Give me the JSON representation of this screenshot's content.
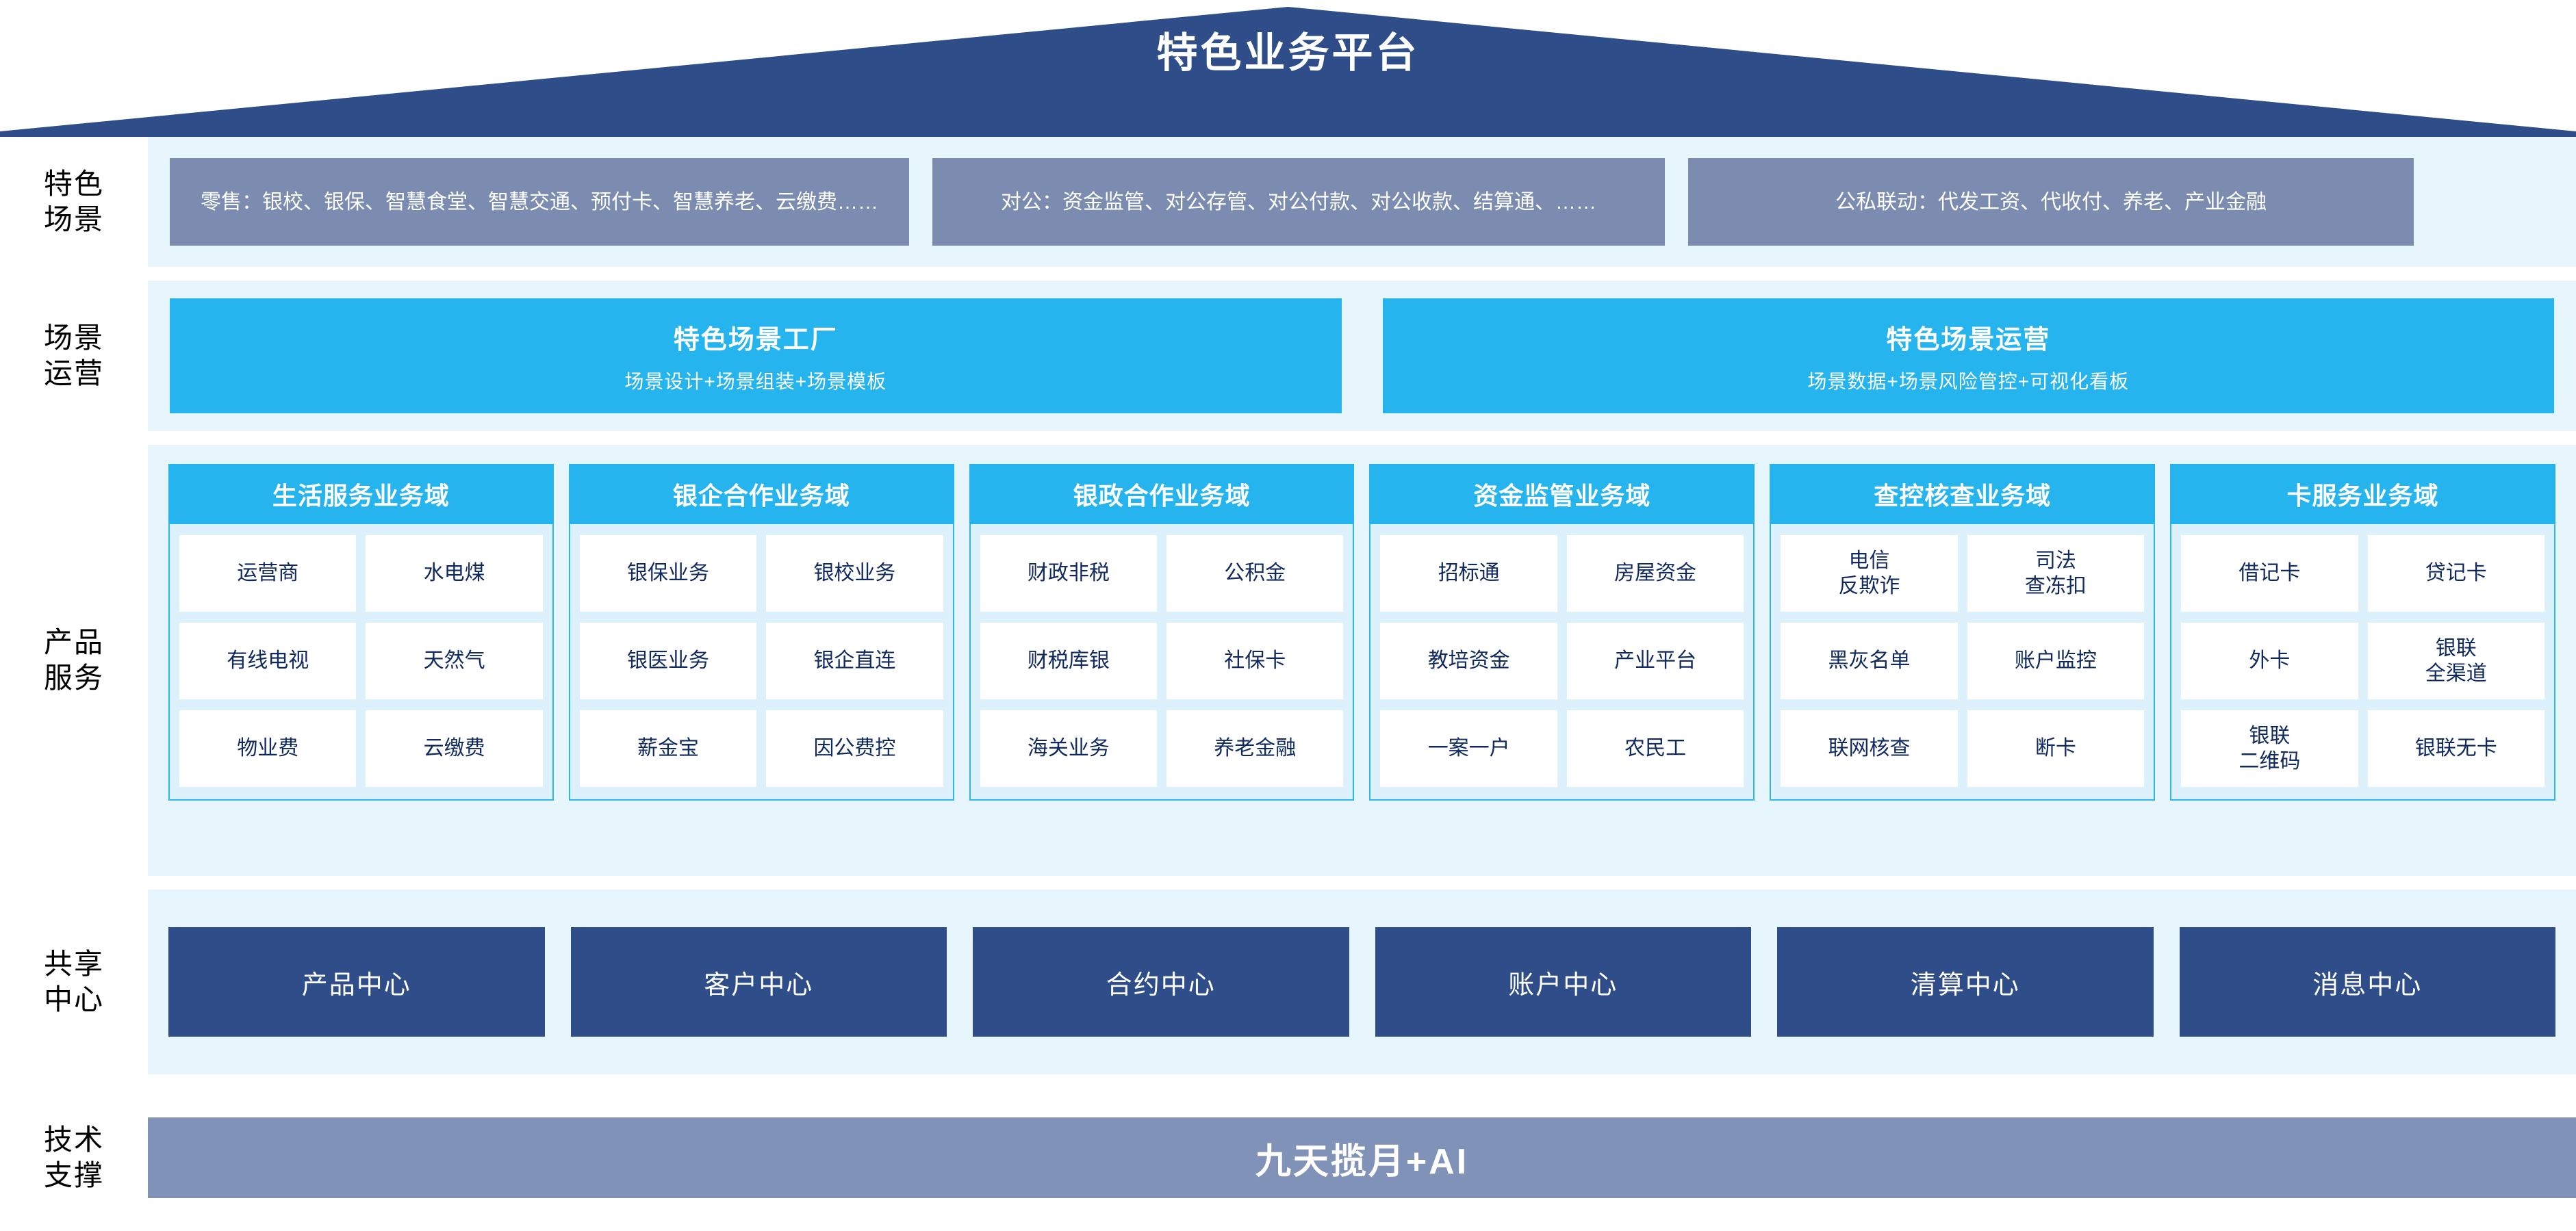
{
  "header": {
    "title": "特色业务平台"
  },
  "rows": {
    "scenario": {
      "label_line1": "特色",
      "label_line2": "场景",
      "boxes": [
        "零售：银校、银保、智慧食堂、智慧交通、预付卡、智慧养老、云缴费……",
        "对公：资金监管、对公存管、对公付款、对公收款、结算通、……",
        "公私联动：代发工资、代收付、养老、产业金融"
      ]
    },
    "operation": {
      "label_line1": "场景",
      "label_line2": "运营",
      "boxes": [
        {
          "title": "特色场景工厂",
          "subtitle": "场景设计+场景组装+场景模板"
        },
        {
          "title": "特色场景运营",
          "subtitle": "场景数据+场景风险管控+可视化看板"
        }
      ]
    },
    "product": {
      "label_line1": "产品",
      "label_line2": "服务",
      "columns": [
        {
          "title": "生活服务业务域",
          "items": [
            "运营商",
            "水电煤",
            "有线电视",
            "天然气",
            "物业费",
            "云缴费"
          ]
        },
        {
          "title": "银企合作业务域",
          "items": [
            "银保业务",
            "银校业务",
            "银医业务",
            "银企直连",
            "薪金宝",
            "因公费控"
          ]
        },
        {
          "title": "银政合作业务域",
          "items": [
            "财政非税",
            "公积金",
            "财税库银",
            "社保卡",
            "海关业务",
            "养老金融"
          ]
        },
        {
          "title": "资金监管业务域",
          "items": [
            "招标通",
            "房屋资金",
            "教培资金",
            "产业平台",
            "一案一户",
            "农民工"
          ]
        },
        {
          "title": "查控核查业务域",
          "items": [
            "电信\n反欺诈",
            "司法\n查冻扣",
            "黑灰名单",
            "账户监控",
            "联网核查",
            "断卡"
          ]
        },
        {
          "title": "卡服务业务域",
          "items": [
            "借记卡",
            "贷记卡",
            "外卡",
            "银联\n全渠道",
            "银联\n二维码",
            "银联无卡"
          ]
        }
      ]
    },
    "shared": {
      "label_line1": "共享",
      "label_line2": "中心",
      "boxes": [
        "产品中心",
        "客户中心",
        "合约中心",
        "账户中心",
        "清算中心",
        "消息中心"
      ]
    },
    "tech": {
      "label_line1": "技术",
      "label_line2": "支撑",
      "bar": "九天揽月+AI"
    }
  },
  "colors": {
    "roof": "#2f4d89",
    "panel_bg": "#e7f5fd",
    "scenario_box": "#7b8cb0",
    "cyan": "#25b4ee",
    "domain_body_bg": "#ddf1fc",
    "center_box": "#2f4d89",
    "tech_bar": "#8192b8",
    "cell_text": "#102a60"
  }
}
